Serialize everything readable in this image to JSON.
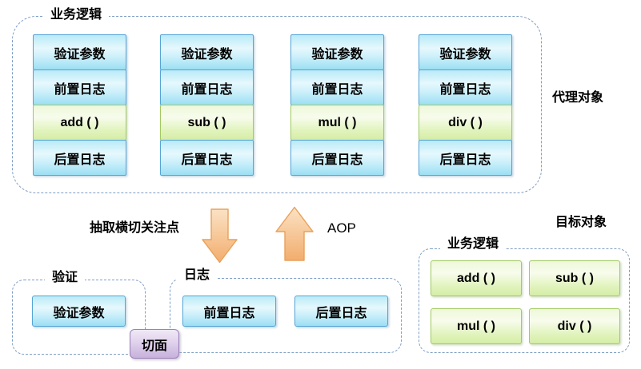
{
  "proxy_group": {
    "title": "业务逻辑",
    "side_label": "代理对象",
    "columns": [
      {
        "rows": [
          "验证参数",
          "前置日志",
          "add ( )",
          "后置日志"
        ]
      },
      {
        "rows": [
          "验证参数",
          "前置日志",
          "sub ( )",
          "后置日志"
        ]
      },
      {
        "rows": [
          "验证参数",
          "前置日志",
          "mul ( )",
          "后置日志"
        ]
      },
      {
        "rows": [
          "验证参数",
          "前置日志",
          "div ( )",
          "后置日志"
        ]
      }
    ]
  },
  "transform": {
    "extract_label": "抽取横切关注点",
    "aop_label": "AOP"
  },
  "aspect_box": {
    "label": "切面"
  },
  "validation_group": {
    "title": "验证",
    "items": [
      "验证参数"
    ]
  },
  "log_group": {
    "title": "日志",
    "items": [
      "前置日志",
      "后置日志"
    ]
  },
  "target_group": {
    "side_label": "目标对象",
    "title": "业务逻辑",
    "methods": [
      "add ( )",
      "sub ( )",
      "mul ( )",
      "div ( )"
    ]
  },
  "colors": {
    "blue_border": "#55a5d6",
    "green_border": "#a2ca62",
    "purple_border": "#9b82b8",
    "dashed_border": "#7e9ec5",
    "arrow_fill_light": "#fbe2c4",
    "arrow_fill_dark": "#f2ad6d",
    "arrow_border": "#e9a159"
  }
}
